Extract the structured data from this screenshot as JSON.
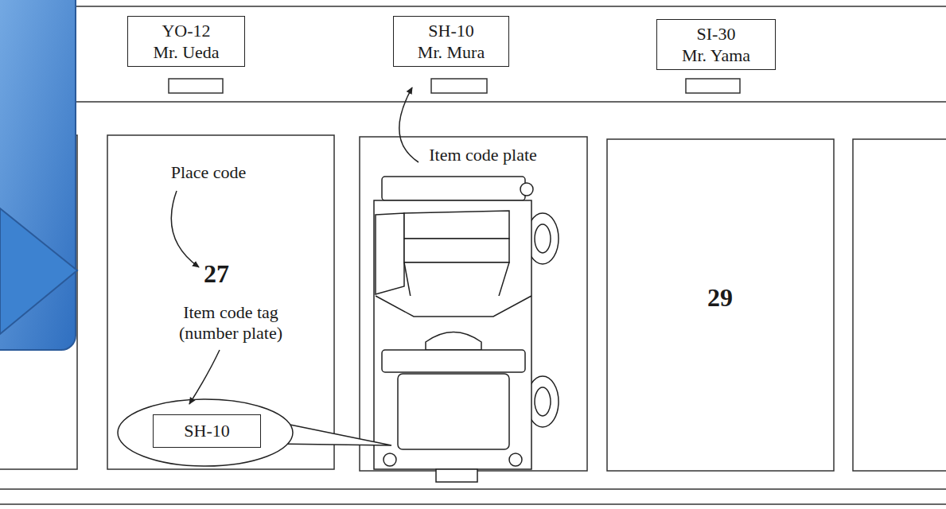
{
  "diagram": {
    "nodes": [
      {
        "text": [
          "YO-12",
          "Mr. Ueda"
        ]
      },
      {
        "text": [
          "SH-10",
          "Mr. Mura"
        ]
      },
      {
        "text": [
          "SI-30",
          "Mr. Yama"
        ]
      },
      {
        "text": [
          "SH-10"
        ]
      }
    ],
    "labels": [
      "Place code",
      "27",
      "Item code tag (number plate)",
      "Item code plate",
      "29"
    ]
  }
}
